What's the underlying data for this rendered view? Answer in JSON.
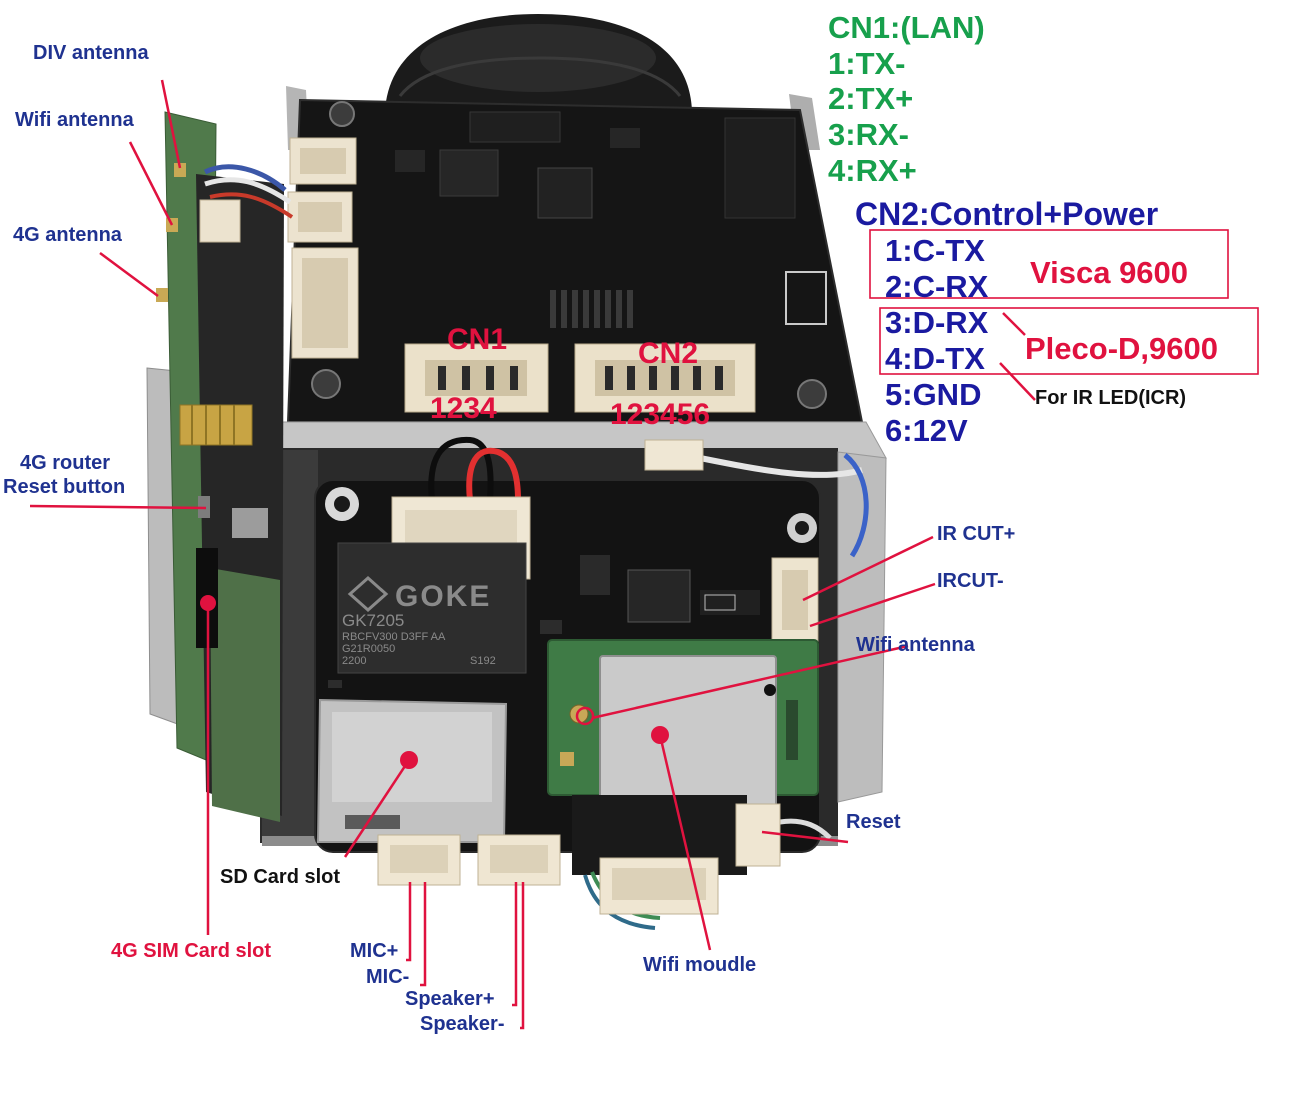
{
  "colors": {
    "leader": "#e0123f",
    "cn1_green": "#17a04c",
    "cn2_blue": "#1a1aa0",
    "note_red": "#e0123f",
    "label_blue": "#1f3290",
    "label_black": "#111111"
  },
  "left_labels": {
    "div_antenna": "DIV antenna",
    "wifi_antenna": "Wifi antenna",
    "antenna_4g": "4G antenna",
    "router_reset_line1": "4G router",
    "router_reset_line2": "Reset button"
  },
  "cn1": {
    "title": "CN1:(LAN)",
    "pins": [
      "1:TX-",
      "2:TX+",
      "3:RX-",
      "4:RX+"
    ]
  },
  "cn2": {
    "title": "CN2:Control+Power",
    "pins": [
      "1:C-TX",
      "2:C-RX",
      "3:D-RX",
      "4:D-TX",
      "5:GND",
      "6:12V"
    ],
    "visca_note": "Visca 9600",
    "pleco_note": "Pleco-D,9600",
    "ir_led_note": "For IR LED(ICR)"
  },
  "board_markings": {
    "cn1_label": "CN1",
    "cn1_pins": "1234",
    "cn2_label": "CN2",
    "cn2_pins": "123456"
  },
  "chip": {
    "brand": "GOKE",
    "model": "GK7205",
    "line1": "RBCFV300 D3FF AA",
    "line2": "G21R0050",
    "line3": "2200",
    "line4": "S192"
  },
  "right_labels": {
    "ir_cut_plus": "IR CUT+",
    "ir_cut_minus": "IRCUT-",
    "wifi_antenna": "Wifi antenna",
    "reset": "Reset"
  },
  "bottom_labels": {
    "sd_card_slot": "SD Card slot",
    "sim_card_slot": "4G SIM Card slot",
    "mic_plus": "MIC+",
    "mic_minus": "MIC-",
    "speaker_plus": "Speaker+",
    "speaker_minus": "Speaker-",
    "wifi_module": "Wifi moudle"
  }
}
